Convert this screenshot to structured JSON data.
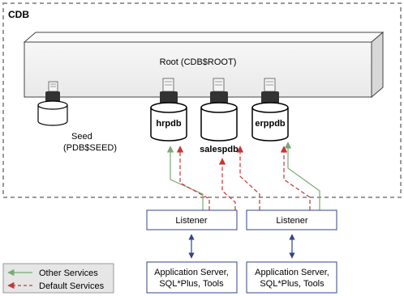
{
  "cdb": {
    "title": "CDB"
  },
  "root": {
    "label": "Root (CDB$ROOT)"
  },
  "pdbs": {
    "seed": {
      "name": "Seed",
      "sub": "(PDB$SEED)"
    },
    "hrpdb": {
      "name": "hrpdb"
    },
    "salespdb": {
      "name": "salespdb"
    },
    "erppdb": {
      "name": "erppdb"
    }
  },
  "listeners": [
    {
      "label": "Listener"
    },
    {
      "label": "Listener"
    }
  ],
  "app_servers": [
    {
      "line1": "Application Server,",
      "line2": "SQL*Plus, Tools"
    },
    {
      "line1": "Application Server,",
      "line2": "SQL*Plus, Tools"
    }
  ],
  "legend": {
    "other": "Other Services",
    "default": "Default Services"
  },
  "colors": {
    "other_services": "#77aa77",
    "default_services": "#cc3333",
    "connector": "#334488",
    "box_fill": "#ffffff",
    "root_fill": "#f2f2f2",
    "legend_fill": "#e6e6e6",
    "cdb_border": "#9a9a9a"
  }
}
